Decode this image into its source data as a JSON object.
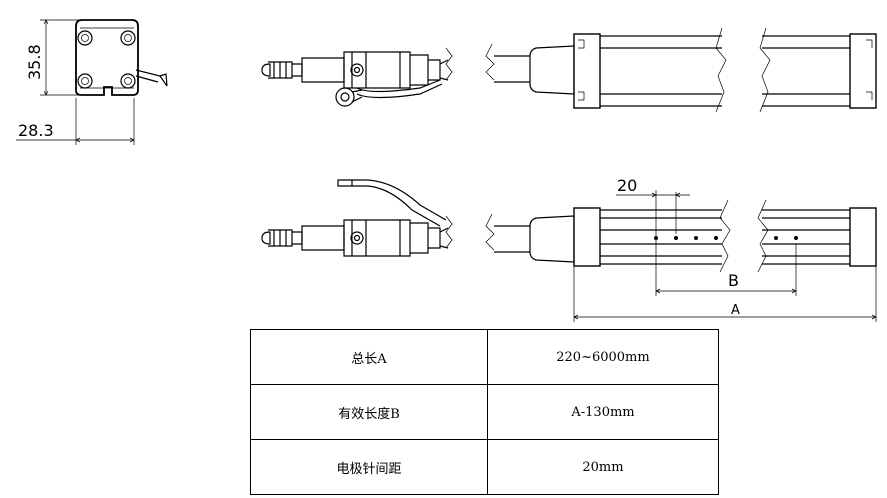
{
  "dimensions": {
    "height": "35.8",
    "width": "28.3",
    "pin_spacing": "20",
    "effective_length": "B",
    "total_length": "A"
  },
  "spec_table": {
    "rows": [
      {
        "label": "总长A",
        "value": "220~6000mm"
      },
      {
        "label": "有效长度B",
        "value": "A-130mm"
      },
      {
        "label": "电极针间距",
        "value": "20mm"
      }
    ]
  }
}
